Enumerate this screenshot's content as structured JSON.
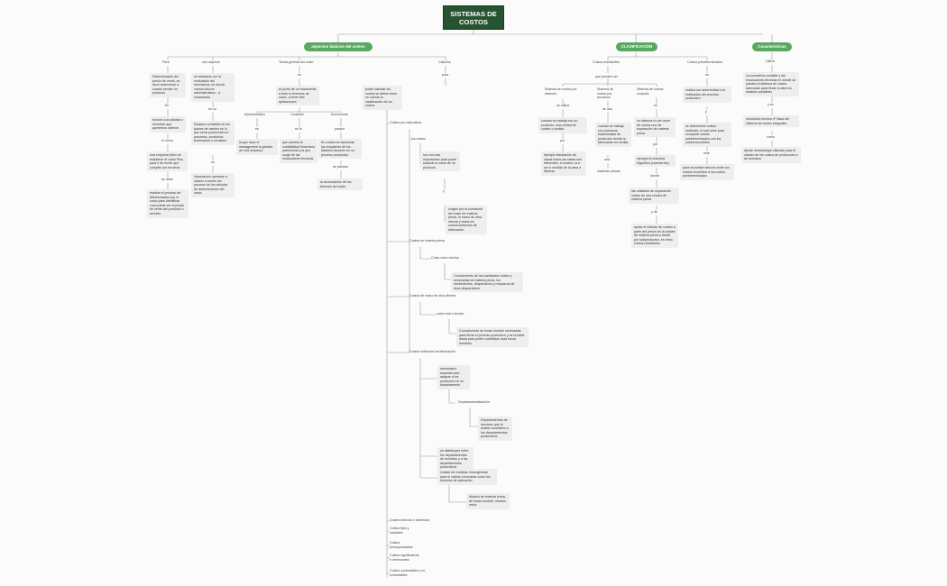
{
  "root": "SISTEMAS DE COSTOS",
  "g_aspectos": "aspectos básicos del costeo",
  "g_clasif": "CLASIFICACIÓN",
  "g_caract": "Características",
  "c1": "Para",
  "c2": "otro aspecto",
  "c3": "Teoría general del costo",
  "c4": "Cálculos",
  "t1": "Determinación del precio de venta, es decir determinar a cuanto vender un producto",
  "t2": "En",
  "t3": "función a la utilidad o beneficio que queremos obtener",
  "t4": "el cómo,",
  "t5": "una empresa (bien se establece el costo Plus, para ir de frente que compite con terceros",
  "t6": "se debe",
  "t7": "realizar el proceso de diferenciación por el costo para identificar cual puede ser el precio de venta del producto o servicio",
  "o1": "se relaciona con la evaluación del inventarios, en donde costos futuros administrativos - a cordadores",
  "o2": "en su",
  "o3": "Estados contables en los planes de cambio en lo que sería producción en procesos, productos terminados o vendidos",
  "o4": "es",
  "o5": "Información operante a cálculo a través del proceso de los cálculos de determinación del costo",
  "g1": "se",
  "g2": "al punto de un basamento a todo lo tenemos de costo, a tener tres aplicaciones",
  "g3": "Administrativa",
  "g4": "Contador",
  "g5": "Economista",
  "g6": "es",
  "g7": "es la",
  "g8": "porque",
  "g9": "la que hace el management la gestión de una empresa.",
  "g10": "que plantea la contabilidad financiera patrimonial y la que surge de las resoluciones técnicas",
  "g11": "En costos se acumulan los empalmes de los distintos factores en un proceso productivo",
  "g12": "se plantea",
  "g13": "la acumulación de los factores del costo",
  "k1": "para",
  "k2": "poder calcular los costos se deben tener en cuenta la clasificación de los costos",
  "k3": "Costos por naturaleza",
  "k4": "los costos",
  "k5": "son los más importantes para poder calcular el costo de un producto",
  "k6": "y",
  "k7": "surgen por la sumatoria del costo de materia prima, la mano de obra directa y todos los costos indirectos de fabricación",
  "k8": "Costos de materia prima",
  "k9": "Costo real o teórico",
  "k10": "Conocimiento de las cantidades reales y necesarias de materia prima, los rendimientos, desperdicios y recuperos de esos desperdicios",
  "k11": "Costos de mano de obra directa",
  "k12": "costo real o teórico",
  "k13": "Conocimiento de horas hombre necesarias para llevar el proceso productivo y se la tarifa diaria para poder cuantificar esas horas hombres",
  "k14": "Costos indirectos de fabricación",
  "k15": "mecanismo especial para asignar a los productos en un departamento",
  "k16": "Departamentalización",
  "k17": "Departamentos de servicios que le asisten auxiliares a los departamentos productivos",
  "k18": "se distribuyen entre los departamentos de servicios y a los departamentos productivos",
  "k19": "Unidad de medidas homogéneas para el cálculo conocidas como los módulos de aplicación",
  "k20": "Módulo de materia prima, de horas hombre, módulo mixto",
  "k21": "Costos directos e indirectos",
  "k22": "Costos fijos y variables",
  "k23": "Costos presupuestados",
  "k24": "Costos significativos e irrelevantes",
  "k25": "Costos controlables y no controlables",
  "r1": "Costos resultantes",
  "r2": "que pueden ser",
  "r3": "Sistema de costos por órdenes",
  "r4": "Sistema de costos por procesos",
  "r5": "Sistema de costos conjunto",
  "r6": "se utiliza",
  "r7": "se usa",
  "r8": "se",
  "r9": "cuando se trabaja con un producto, una unidad de costeo o pedido",
  "r10": "cuando se trabaja con procesos, tradicionales de productos donde la fabricación es similar",
  "r11": "un sistema no de unión de costos uno de separación de materia prima",
  "r12": "por",
  "r13": "ejemplo fabricación de casas todos las casas son diferentes, el costeo va a ser a medida de la casa a fabricar",
  "r14": "una",
  "r15": "materias primas",
  "r16": "por",
  "r17": "ejemplo la industria frigorífica (carnicerías)",
  "r18": "donde",
  "r19": "las unidades de separación varían de una unidad de materia prima",
  "r20": "y de",
  "r21": "aplica el método de costeo a partir del precio de la unidad de materia prima a dividir por subproductos, en otros costos resultantes",
  "p1": "Costos predeterminados",
  "p2": "se",
  "p3": "realiza con anterioridad a la realización del proceso productivo",
  "p4": "y",
  "p5": "se determinan costos estándar, el cual sirve para comparar costos predeterminados con los costos incurridos",
  "p6": "este",
  "p7": "para encontrar desvíos entre los costos incurridos a los costos predeterminados",
  "h1": "Utiliza",
  "h2": "La normativa contable y las resoluciones técnicas en donde se plantea el sistema de costos adecuado para llevar a cabo los estados contables",
  "h3": "y se",
  "h4": "resolución técnica nº Nacs del sistema de costos integrales",
  "h5": "como",
  "h6": "Ajuste metodología utilizado para el cálculo de los costos de producción o de servicios"
}
